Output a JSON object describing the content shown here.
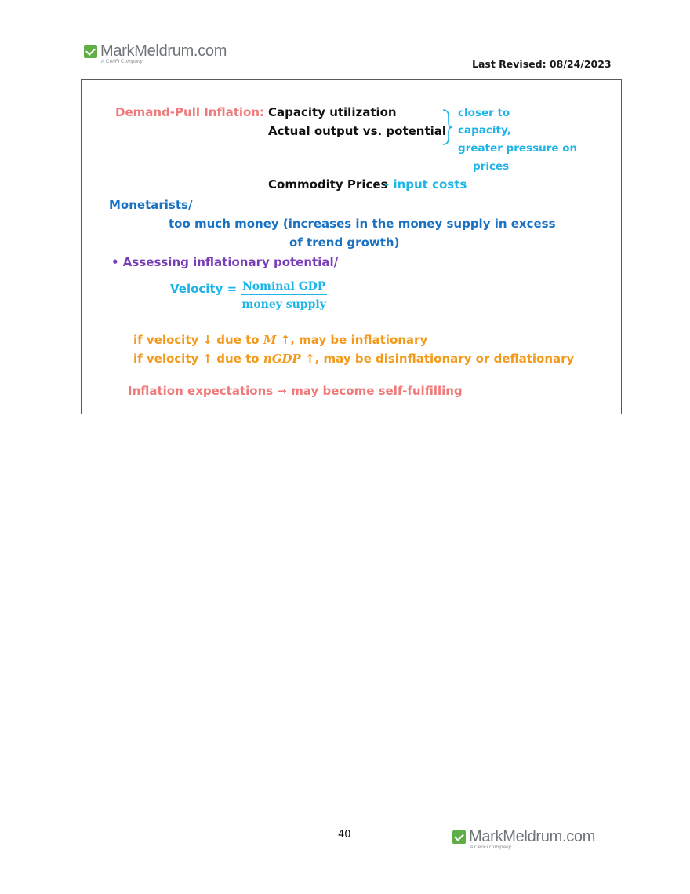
{
  "header": {
    "logo_name": "MarkMeldrum.com",
    "logo_tagline": "A CeriFi Company",
    "last_revised": "Last Revised: 08/24/2023"
  },
  "content": {
    "demand_pull_label": "Demand-Pull Inflation:",
    "capacity_utilization": "Capacity utilization",
    "actual_output": "Actual output vs. potential",
    "brace_note": [
      "closer to",
      "capacity,",
      "greater pressure on",
      "prices"
    ],
    "commodity_prices": "Commodity Prices",
    "input_costs": "- input costs",
    "monetarists": "Monetarists/",
    "too_much_money_1": "too much money (increases in the money supply in excess",
    "too_much_money_2": "of trend growth)",
    "assessing": "• Assessing inflationary potential/",
    "velocity_label": "Velocity =",
    "velocity_numerator": "Nominal GDP",
    "velocity_denominator": "money supply",
    "line_m": {
      "a": "if velocity ↓ due to",
      "var": "M",
      "b": "↑, may be inflationary"
    },
    "line_ngdp": {
      "a": "if velocity ↑ due to",
      "var": "nGDP",
      "b": "↑, may be disinflationary or deflationary"
    },
    "expectations": "Inflation expectations ➞ may become self-fulfilling"
  },
  "footer": {
    "page_number": "40",
    "logo_name": "MarkMeldrum.com",
    "logo_tagline": "A CeriFi Company"
  },
  "colors": {
    "pink": "#f07a7a",
    "cyan": "#1fb4e8",
    "blue": "#1a72c4",
    "purple": "#7a3db8",
    "orange": "#f39a1a",
    "logo_green": "#5fae46"
  }
}
